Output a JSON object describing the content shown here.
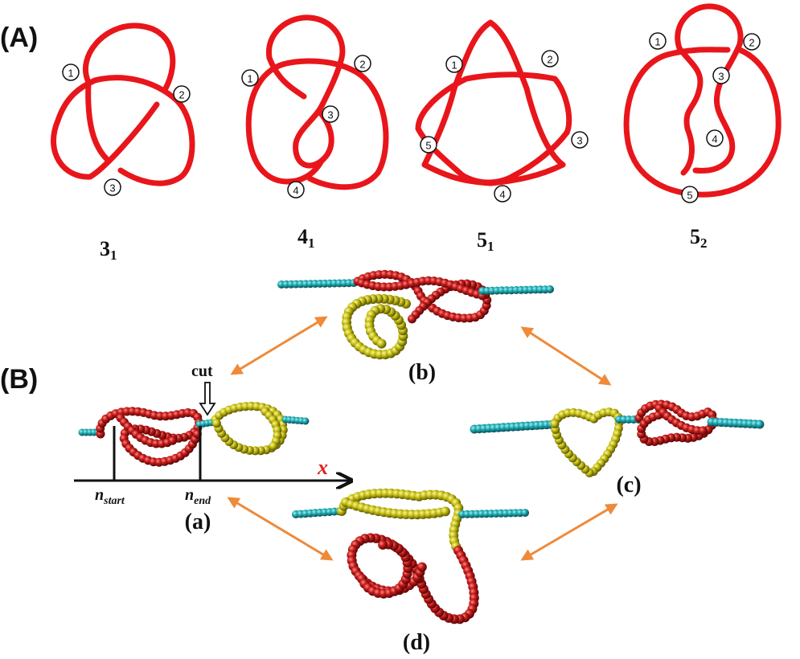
{
  "panel_a": {
    "label": "(A)",
    "knots": [
      {
        "name": "3",
        "sub": "1",
        "numbers": [
          "1",
          "2",
          "3"
        ]
      },
      {
        "name": "4",
        "sub": "1",
        "numbers": [
          "1",
          "2",
          "3",
          "4"
        ]
      },
      {
        "name": "5",
        "sub": "1",
        "numbers": [
          "1",
          "2",
          "3",
          "4",
          "5"
        ]
      },
      {
        "name": "5",
        "sub": "2",
        "numbers": [
          "1",
          "2",
          "3",
          "4",
          "5"
        ]
      }
    ]
  },
  "panel_b": {
    "label": "(B)",
    "cut_label": "cut",
    "axis_label": "x",
    "n_start": {
      "main": "n",
      "sub": "start"
    },
    "n_end": {
      "main": "n",
      "sub": "end"
    },
    "captions": {
      "a": "(a)",
      "b": "(b)",
      "c": "(c)",
      "d": "(d)"
    }
  },
  "colors": {
    "knot_red": "#e8161b",
    "bead_red": "#b3161a",
    "bead_yellow": "#c4be12",
    "bead_cyan": "#20a8b0",
    "arrow_orange": "#ee8a3a"
  }
}
